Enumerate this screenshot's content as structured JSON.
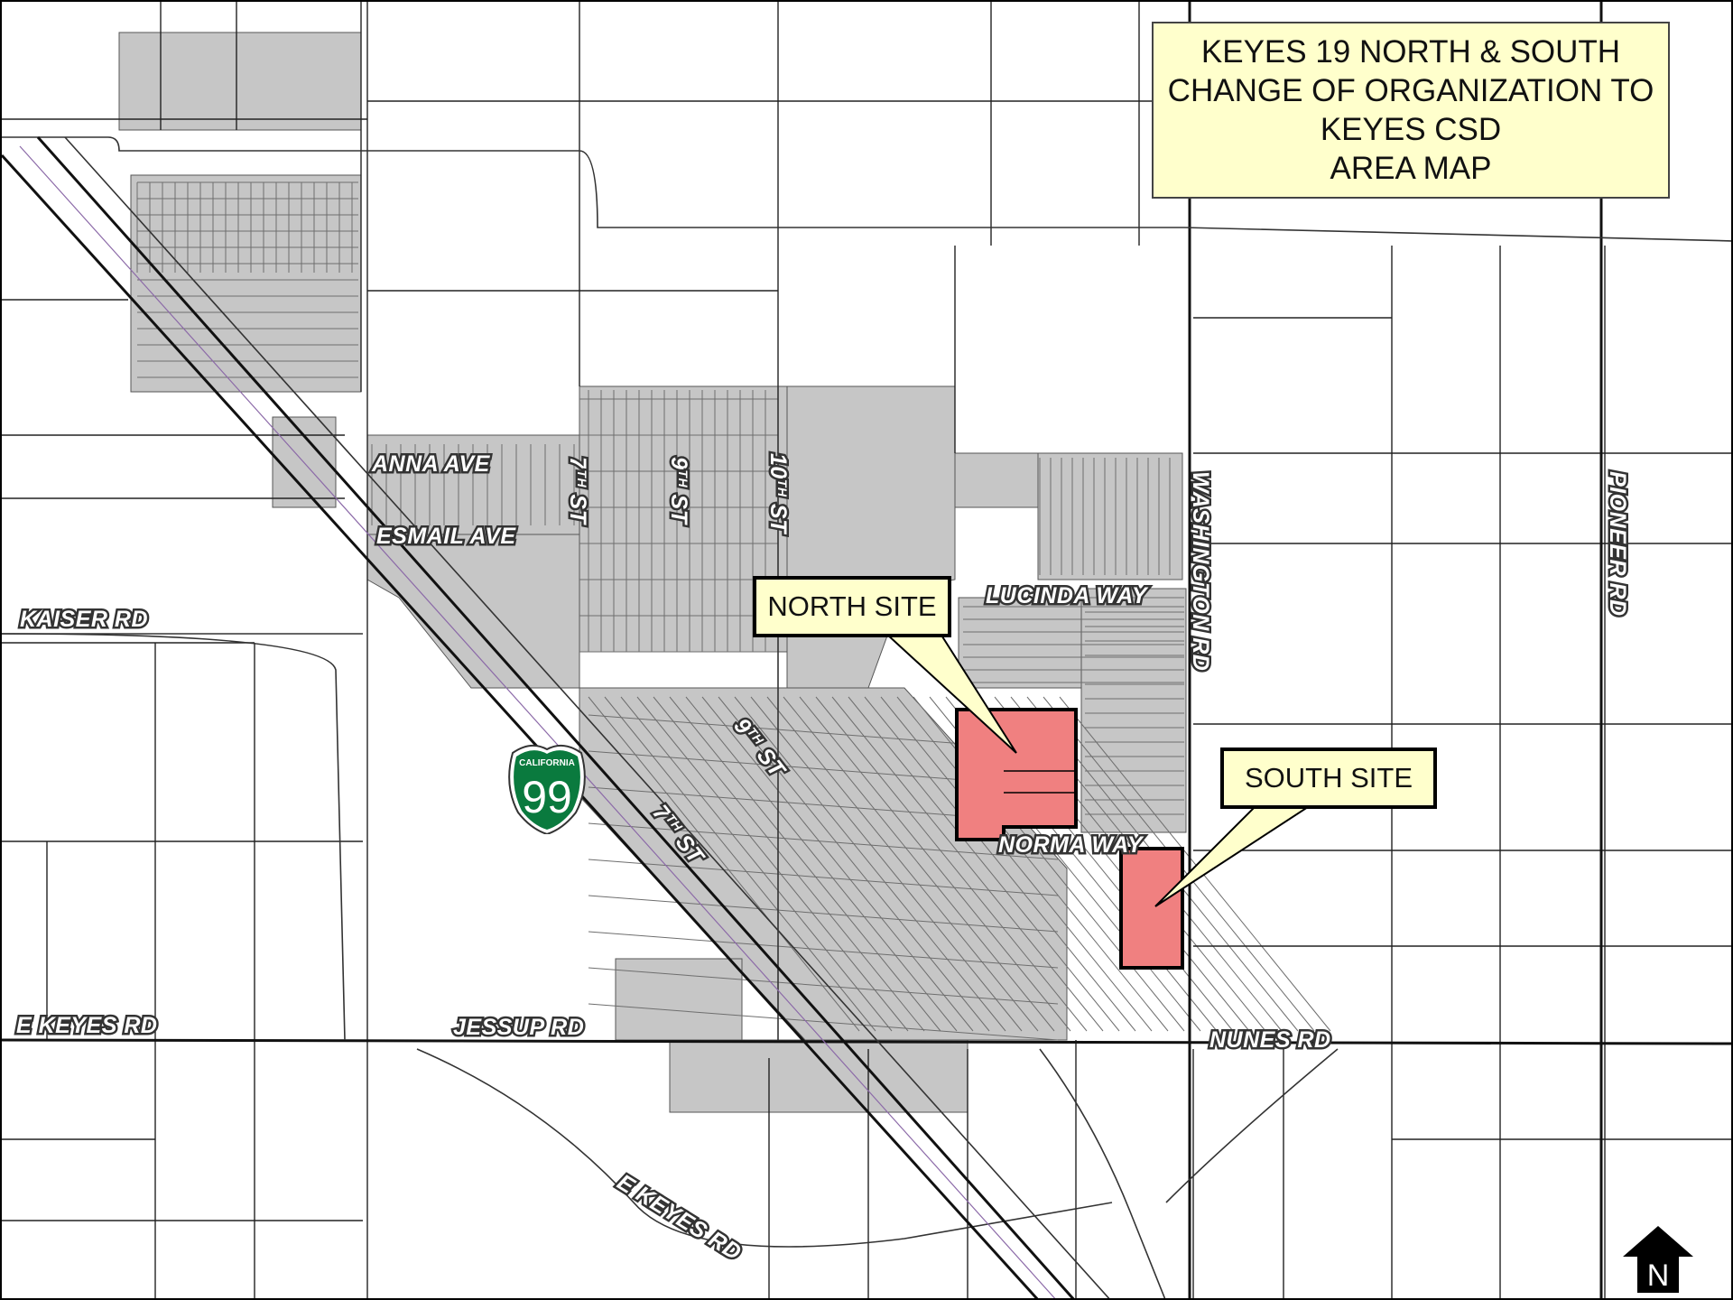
{
  "title": {
    "lines": [
      "KEYES 19 NORTH & SOUTH",
      "CHANGE OF ORGANIZATION TO",
      "KEYES CSD",
      "AREA MAP"
    ]
  },
  "callouts": {
    "north": "NORTH SITE",
    "south": "SOUTH SITE"
  },
  "road_labels": {
    "anna": "ANNA AVE",
    "esmail": "ESMAIL AVE",
    "kaiser": "KAISER RD",
    "seventh_a": "7",
    "seventh_b": "9",
    "tenth": "10",
    "st_suffix": "ST",
    "th_suffix": "TH",
    "lucinda": "LUCINDA WAY",
    "washington": "WASHINGTON RD",
    "pioneer": "PIONEER RD",
    "norma": "NORMA WAY",
    "e_keyes_west": "E KEYES RD",
    "jessup": "JESSUP RD",
    "nunes": "NUNES RD",
    "e_keyes_south": "E KEYES RD"
  },
  "highway_shield": {
    "state": "CALIFORNIA",
    "number": "99",
    "color": "#0a7a3e"
  },
  "north_arrow": {
    "letter": "N"
  },
  "colors": {
    "site_fill": "#f08080",
    "gray_area": "#c6c6c6",
    "callout_fill": "#ffffcc",
    "title_fill": "#ffffcc"
  },
  "icons": [
    "highway-shield-icon",
    "north-arrow-icon"
  ]
}
